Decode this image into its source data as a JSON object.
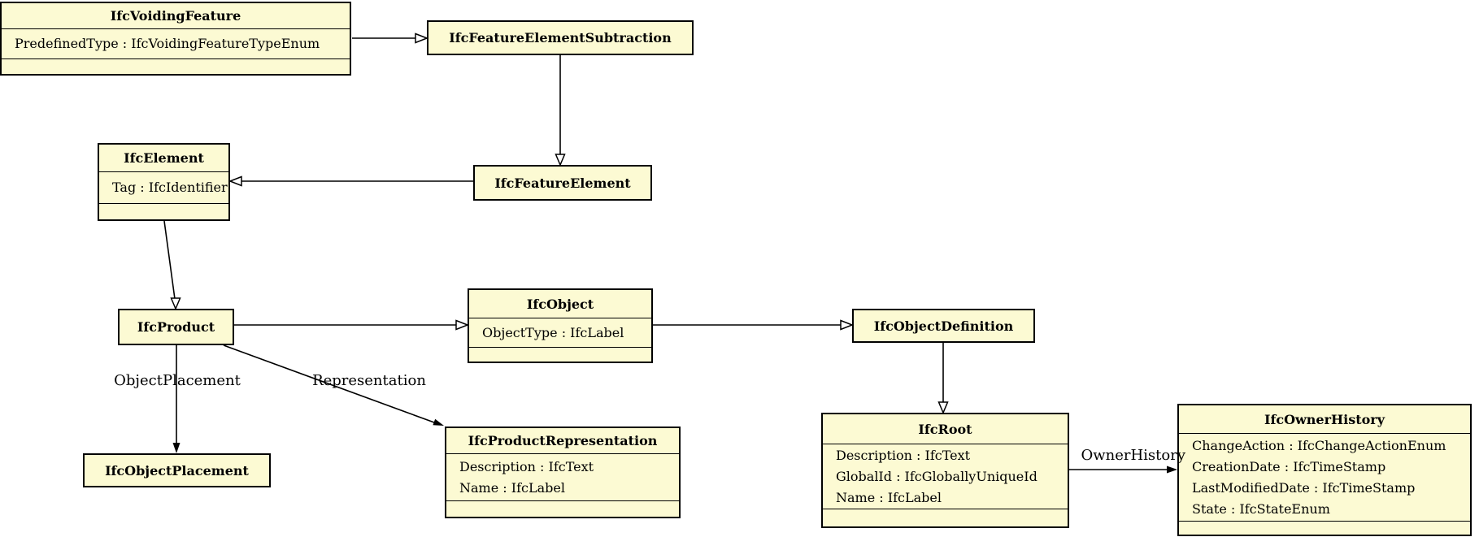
{
  "diagram": {
    "colors": {
      "background": "#ffffff",
      "class_fill": "#fcfad3",
      "class_border": "#000000",
      "edge": "#000000"
    },
    "classes": [
      {
        "title": "IfcVoidingFeature",
        "attributes": [
          "PredefinedType : IfcVoidingFeatureTypeEnum"
        ]
      },
      {
        "title": "IfcFeatureElementSubtraction",
        "attributes": []
      },
      {
        "title": "IfcElement",
        "attributes": [
          "Tag : IfcIdentifier"
        ]
      },
      {
        "title": "IfcFeatureElement",
        "attributes": []
      },
      {
        "title": "IfcProduct",
        "attributes": []
      },
      {
        "title": "IfcObject",
        "attributes": [
          "ObjectType : IfcLabel"
        ]
      },
      {
        "title": "IfcObjectDefinition",
        "attributes": []
      },
      {
        "title": "IfcObjectPlacement",
        "attributes": []
      },
      {
        "title": "IfcProductRepresentation",
        "attributes": [
          "Description : IfcText",
          "Name : IfcLabel"
        ]
      },
      {
        "title": "IfcRoot",
        "attributes": [
          "Description : IfcText",
          "GlobalId : IfcGloballyUniqueId",
          "Name : IfcLabel"
        ]
      },
      {
        "title": "IfcOwnerHistory",
        "attributes": [
          "ChangeAction : IfcChangeActionEnum",
          "CreationDate : IfcTimeStamp",
          "LastModifiedDate : IfcTimeStamp",
          "State : IfcStateEnum"
        ]
      }
    ],
    "edge_labels": {
      "object_placement": "ObjectPlacement",
      "representation": "Representation",
      "owner_history": "OwnerHistory"
    },
    "relationships": [
      {
        "from": "IfcVoidingFeature",
        "to": "IfcFeatureElementSubtraction",
        "type": "generalization"
      },
      {
        "from": "IfcFeatureElementSubtraction",
        "to": "IfcFeatureElement",
        "type": "generalization"
      },
      {
        "from": "IfcFeatureElement",
        "to": "IfcElement",
        "type": "generalization"
      },
      {
        "from": "IfcElement",
        "to": "IfcProduct",
        "type": "generalization"
      },
      {
        "from": "IfcProduct",
        "to": "IfcObject",
        "type": "generalization"
      },
      {
        "from": "IfcObject",
        "to": "IfcObjectDefinition",
        "type": "generalization"
      },
      {
        "from": "IfcObjectDefinition",
        "to": "IfcRoot",
        "type": "generalization"
      },
      {
        "from": "IfcProduct",
        "to": "IfcObjectPlacement",
        "type": "association",
        "label": "ObjectPlacement"
      },
      {
        "from": "IfcProduct",
        "to": "IfcProductRepresentation",
        "type": "association",
        "label": "Representation"
      },
      {
        "from": "IfcRoot",
        "to": "IfcOwnerHistory",
        "type": "association",
        "label": "OwnerHistory"
      }
    ]
  }
}
